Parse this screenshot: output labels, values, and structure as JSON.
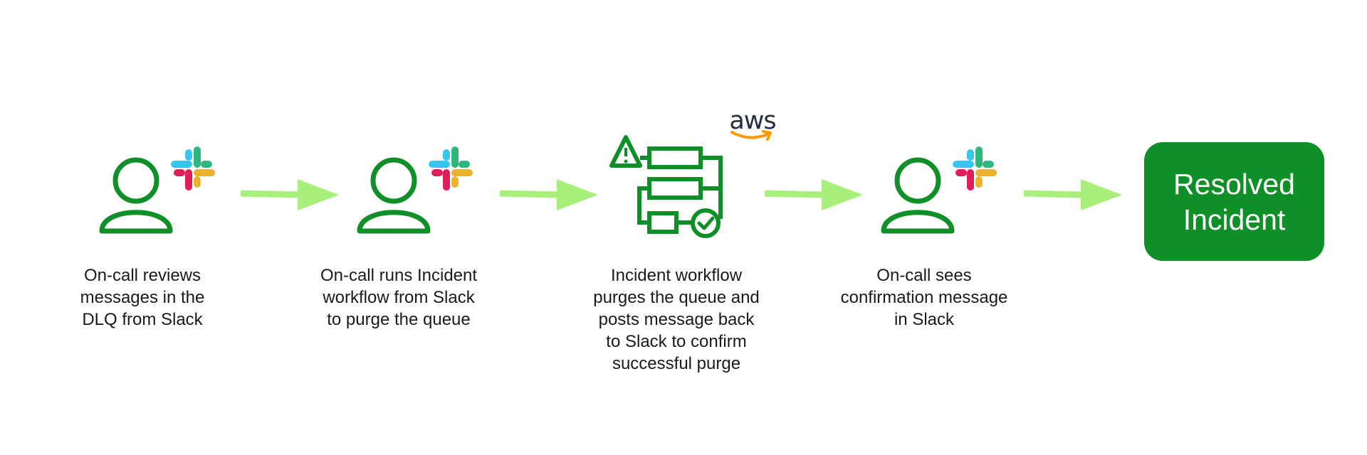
{
  "steps": [
    {
      "caption": "On-call reviews\nmessages in the\nDLQ from Slack",
      "icon": "user-icon",
      "badge": "slack-logo-icon"
    },
    {
      "caption": "On-call runs Incident\nworkflow from Slack\nto purge the queue",
      "icon": "user-icon",
      "badge": "slack-logo-icon"
    },
    {
      "caption": "Incident workflow\npurges the queue and\nposts message back\nto Slack to confirm\nsuccessful purge",
      "icon": "workflow-icon",
      "badge": "aws-logo-icon"
    },
    {
      "caption": "On-call sees\nconfirmation message\nin Slack",
      "icon": "user-icon",
      "badge": "slack-logo-icon"
    }
  ],
  "outcome": {
    "label": "Resolved\nIncident"
  },
  "aws_logo": {
    "text": "aws"
  },
  "colors": {
    "icon_green": "#0f8f27",
    "arrow_green": "#a9ef7c",
    "box_green": "#0f8f27",
    "slack_blue": "#36c5f0",
    "slack_green": "#2eb67d",
    "slack_red": "#e01e5a",
    "slack_yellow": "#ecb22e",
    "aws_orange": "#ff9900"
  }
}
